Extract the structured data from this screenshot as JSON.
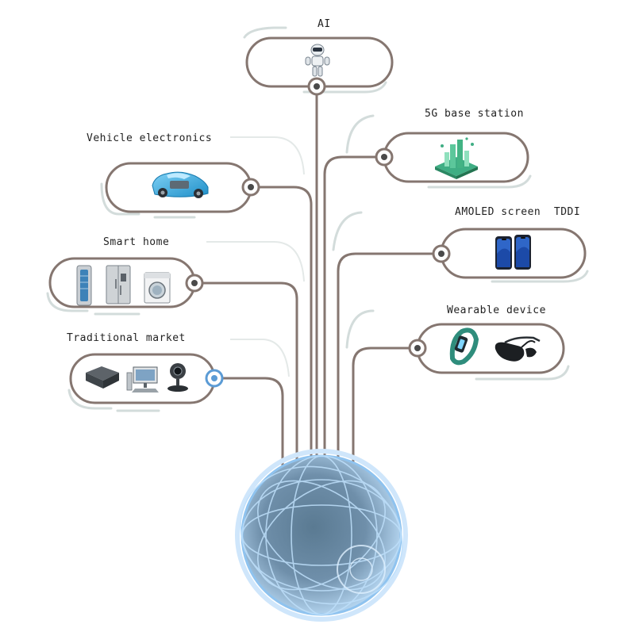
{
  "categories": {
    "ai": {
      "label": "AI",
      "icons": [
        "robot-icon"
      ]
    },
    "base_station": {
      "label": "5G base station",
      "icons": [
        "5g-tower-icon"
      ]
    },
    "vehicle": {
      "label": "Vehicle electronics",
      "icons": [
        "car-chassis-icon"
      ]
    },
    "amoled": {
      "label": "AMOLED screen  TDDI",
      "icons": [
        "smartphone-icon",
        "smartphone-icon"
      ]
    },
    "smart_home": {
      "label": "Smart home",
      "icons": [
        "air-purifier-icon",
        "refrigerator-icon",
        "washing-machine-icon"
      ]
    },
    "wearable": {
      "label": "Wearable device",
      "icons": [
        "smart-band-icon",
        "smart-glasses-icon"
      ]
    },
    "traditional": {
      "label": "Traditional market",
      "icons": [
        "set-top-box-icon",
        "desktop-pc-icon",
        "webcam-icon"
      ]
    }
  },
  "hub": {
    "icon": "globe-icon"
  },
  "colors": {
    "capsule_border": "#857670",
    "connector": "#857670",
    "accent_port": "#5b9bd5",
    "shadow": "#c9d2d0",
    "globe": "#8fc3ef",
    "text": "#222222"
  }
}
